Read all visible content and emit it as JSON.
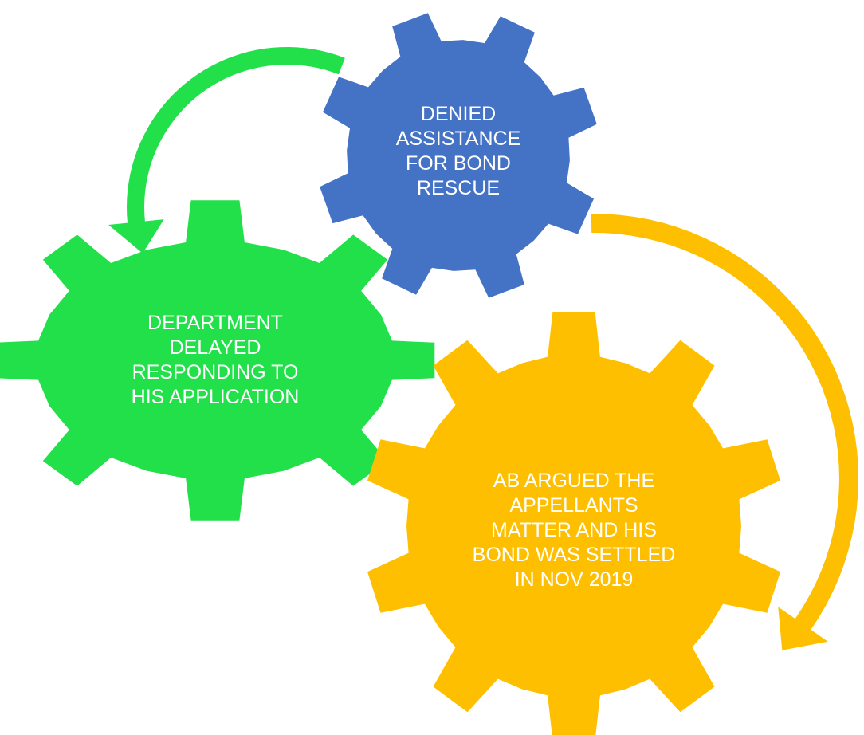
{
  "colors": {
    "green": "#22e04a",
    "blue": "#4472c4",
    "yellow": "#fdbf00",
    "text": "#ffffff"
  },
  "gears": {
    "blue": {
      "label": "DENIED\nASSISTANCE\nFOR BOND\nRESCUE",
      "color": "#4472c4"
    },
    "green": {
      "label": "DEPARTMENT\nDELAYED\nRESPONDING TO\nHIS APPLICATION",
      "color": "#22e04a"
    },
    "yellow": {
      "label": "AB ARGUED THE\nAPPELLANTS\nMATTER AND HIS\nBOND WAS SETTLED\nIN NOV 2019",
      "color": "#fdbf00"
    }
  },
  "arrows": {
    "green": {
      "color": "#22e04a",
      "icon": "curved-arrow-icon"
    },
    "yellow": {
      "color": "#fdbf00",
      "icon": "curved-arrow-icon"
    }
  }
}
